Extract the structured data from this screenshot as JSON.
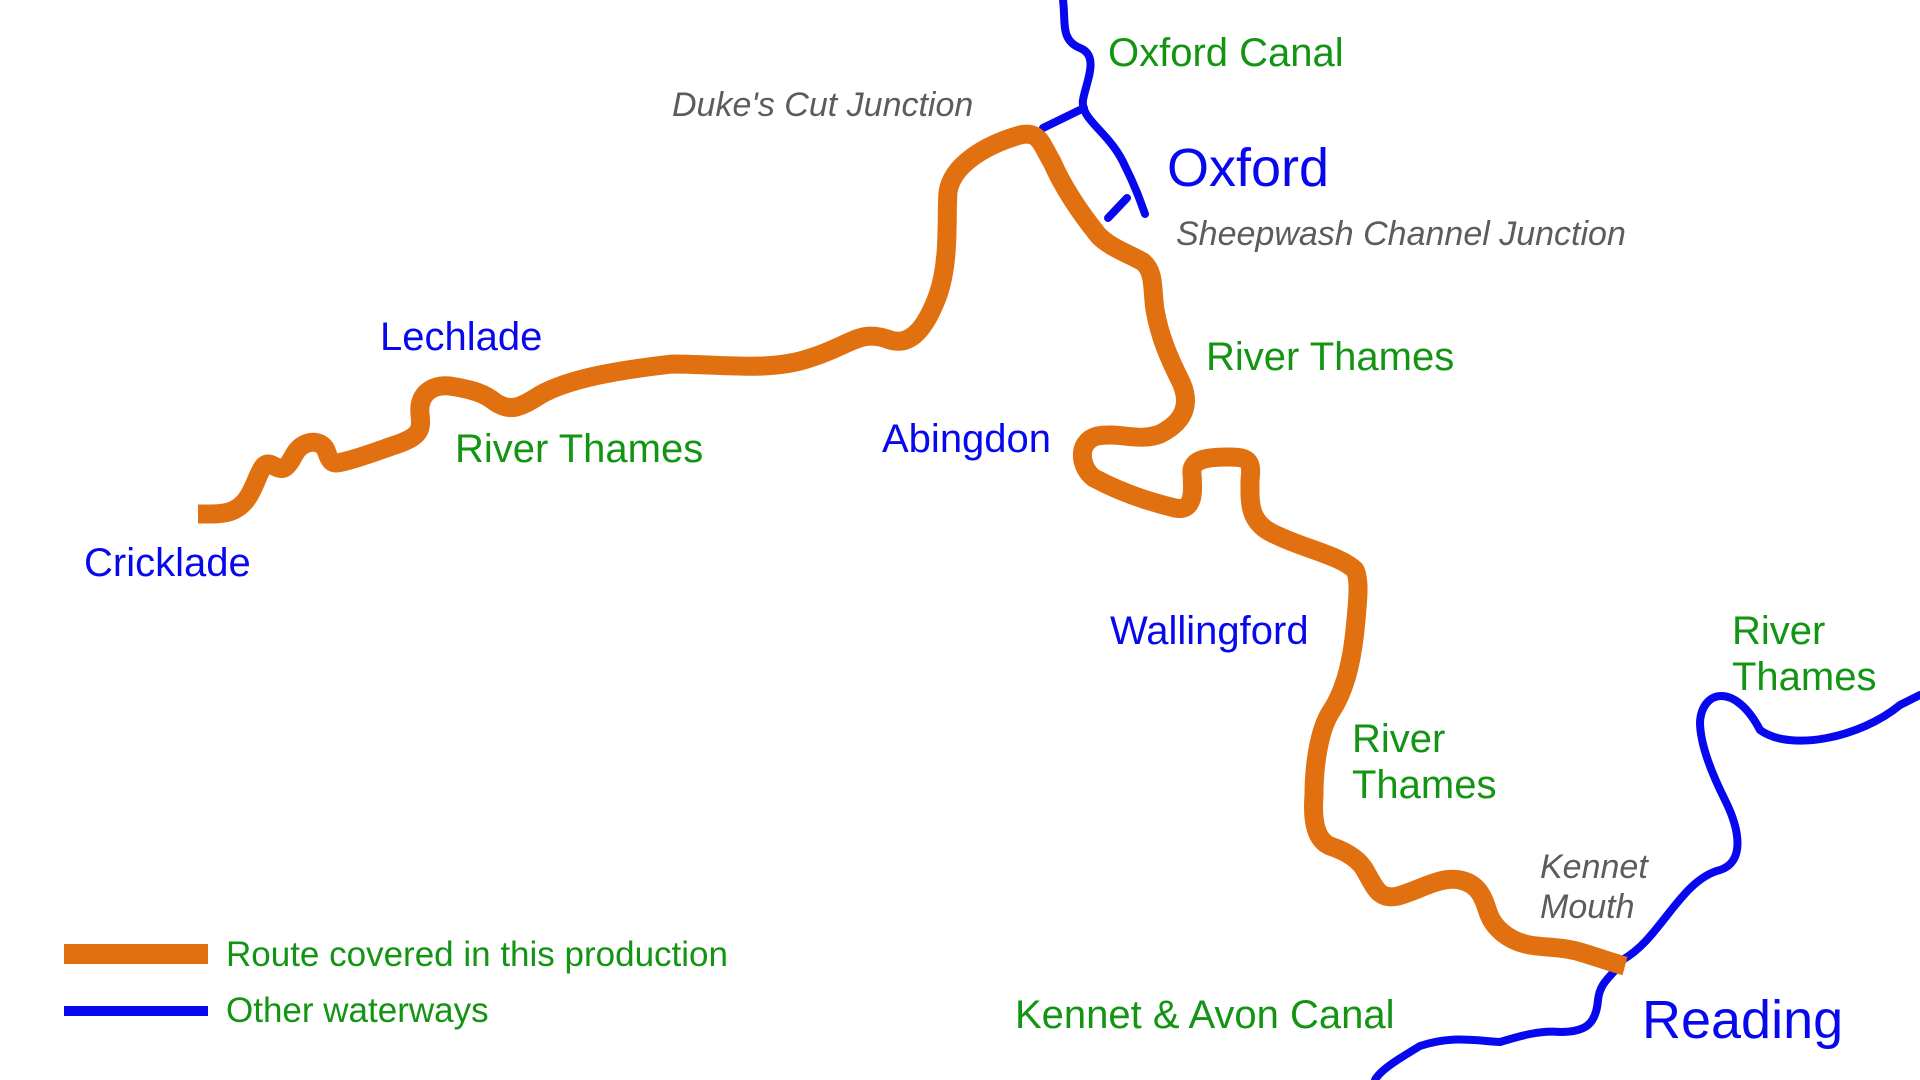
{
  "colors": {
    "route": "#e07010",
    "waterway": "#0808ee",
    "town_label": "#0808ee",
    "water_label": "#139413",
    "junction_label": "#5c5c5c",
    "background": "#ffffff"
  },
  "towns": {
    "cricklade": "Cricklade",
    "lechlade": "Lechlade",
    "abingdon": "Abingdon",
    "wallingford": "Wallingford",
    "oxford": "Oxford",
    "reading": "Reading"
  },
  "waterways": {
    "oxford_canal": "Oxford Canal",
    "thames_upper": "River Thames",
    "thames_oxford": "River Thames",
    "thames_wallingford_line1": "River",
    "thames_wallingford_line2": "Thames",
    "thames_reading_line1": "River",
    "thames_reading_line2": "Thames",
    "kennet_avon": "Kennet & Avon Canal"
  },
  "junctions": {
    "dukes_cut": "Duke's Cut Junction",
    "sheepwash": "Sheepwash Channel Junction",
    "kennet_mouth_line1": "Kennet",
    "kennet_mouth_line2": "Mouth"
  },
  "legend": {
    "route": "Route covered in this production",
    "other": "Other waterways"
  }
}
